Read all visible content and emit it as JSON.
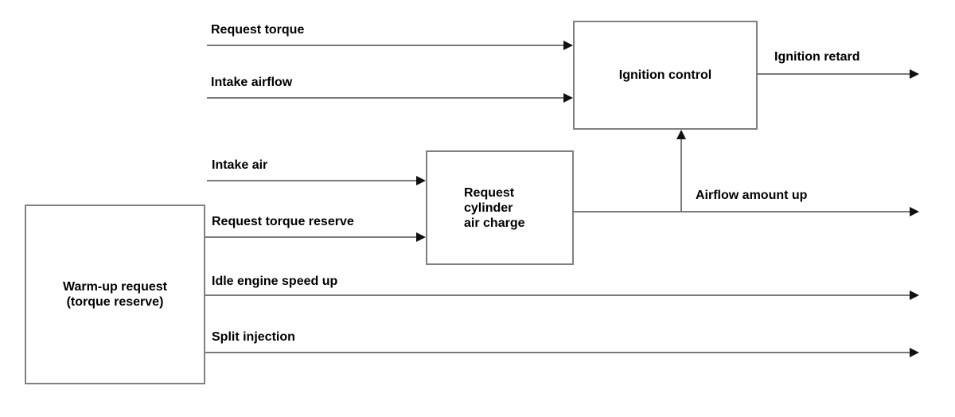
{
  "diagram": {
    "type": "block-flow-diagram",
    "subject": "Warm-up torque reserve control",
    "blocks": {
      "warm_up_request": {
        "lines": [
          "Warm-up request",
          "(torque reserve)"
        ]
      },
      "request_cylinder_air_charge": {
        "lines": [
          "Request",
          "cylinder",
          "air charge"
        ]
      },
      "ignition_control": {
        "label": "Ignition control"
      }
    },
    "signals": {
      "request_torque": "Request torque",
      "intake_airflow": "Intake airflow",
      "intake_air": "Intake air",
      "request_torque_reserve": "Request torque reserve",
      "idle_engine_speed_up": "Idle engine speed up",
      "split_injection": "Split injection",
      "ignition_retard": "Ignition retard",
      "airflow_amount_up": "Airflow amount up"
    },
    "colors": {
      "line": "#7a7a7a",
      "border": "#808080",
      "arrowhead": "#111111",
      "text": "#000000",
      "background": "#ffffff"
    }
  }
}
